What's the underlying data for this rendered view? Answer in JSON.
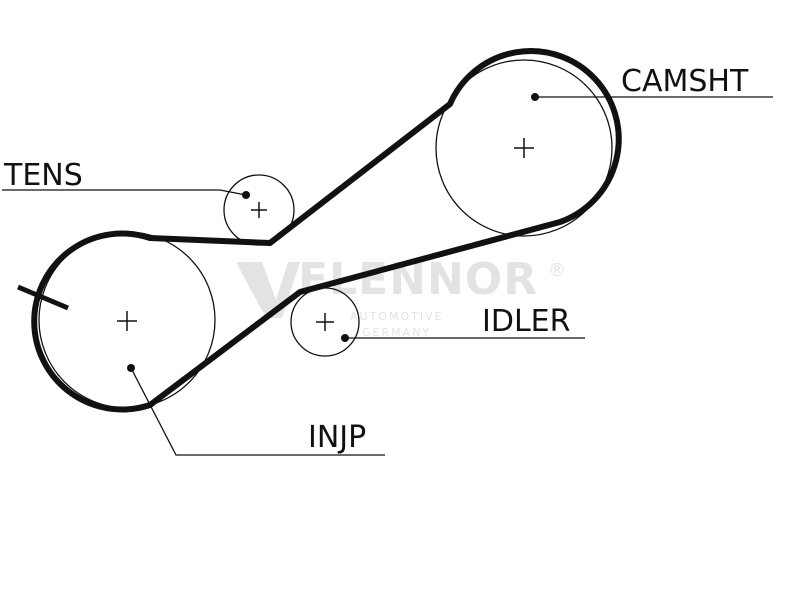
{
  "labels": {
    "camshaft": "CAMSHT",
    "tensioner": "TENS",
    "idler": "IDLER",
    "injection_pump": "INJP"
  },
  "watermark": {
    "brand": "FLENNOR",
    "registered": "®",
    "line1": "AUTOMOTIVE",
    "line2": "GERMANY"
  },
  "colors": {
    "belt": "#111111",
    "watermark": "#e3e3e3"
  }
}
